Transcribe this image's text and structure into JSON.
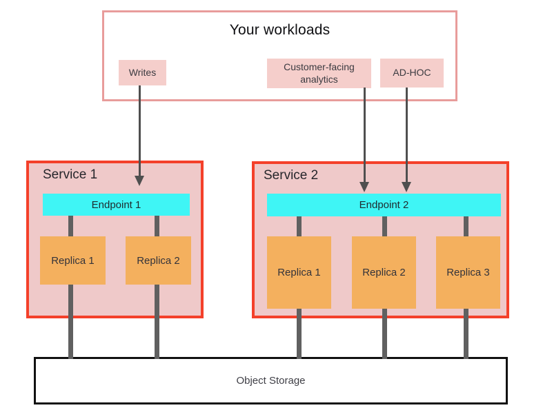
{
  "diagram": {
    "workloads": {
      "title": "Your workloads",
      "items": [
        {
          "label": "Writes"
        },
        {
          "label": "Customer-facing analytics"
        },
        {
          "label": "AD-HOC"
        }
      ]
    },
    "services": [
      {
        "title": "Service 1",
        "endpoint": "Endpoint 1",
        "replicas": [
          "Replica 1",
          "Replica 2"
        ]
      },
      {
        "title": "Service 2",
        "endpoint": "Endpoint 2",
        "replicas": [
          "Replica 1",
          "Replica 2",
          "Replica 3"
        ]
      }
    ],
    "storage": {
      "label": "Object Storage"
    },
    "colors": {
      "service_border": "#f4402a",
      "service_fill": "#efc9c9",
      "workloads_border": "#e89c9b",
      "chip_fill": "#f5cecb",
      "endpoint_fill": "#3ff5f5",
      "replica_fill": "#f4b05e",
      "connector_gray": "#606060",
      "arrow_gray": "#4f4f4f",
      "storage_border": "#111111"
    }
  }
}
